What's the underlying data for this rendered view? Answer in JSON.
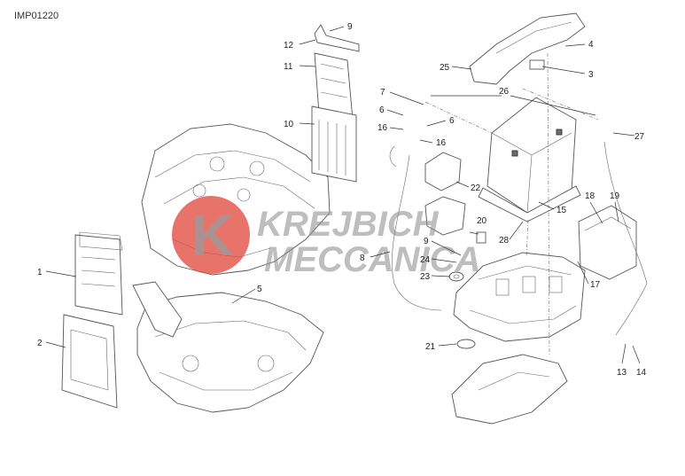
{
  "drawing_code": "IMP01220",
  "watermark": {
    "line1": "KREJBICH",
    "line2": "MECCANICA",
    "mark": "K",
    "accent": "#e0443a"
  },
  "callouts": [
    {
      "id": "c1",
      "label": "1"
    },
    {
      "id": "c2",
      "label": "2"
    },
    {
      "id": "c3",
      "label": "3"
    },
    {
      "id": "c4",
      "label": "4"
    },
    {
      "id": "c5",
      "label": "5"
    },
    {
      "id": "c6a",
      "label": "6"
    },
    {
      "id": "c6b",
      "label": "6"
    },
    {
      "id": "c7",
      "label": "7"
    },
    {
      "id": "c8",
      "label": "8"
    },
    {
      "id": "c9a",
      "label": "9"
    },
    {
      "id": "c9b",
      "label": "9"
    },
    {
      "id": "c10",
      "label": "10"
    },
    {
      "id": "c11",
      "label": "11"
    },
    {
      "id": "c12",
      "label": "12"
    },
    {
      "id": "c13",
      "label": "13"
    },
    {
      "id": "c14",
      "label": "14"
    },
    {
      "id": "c15",
      "label": "15"
    },
    {
      "id": "c16a",
      "label": "16"
    },
    {
      "id": "c16b",
      "label": "16"
    },
    {
      "id": "c17",
      "label": "17"
    },
    {
      "id": "c18",
      "label": "18"
    },
    {
      "id": "c19",
      "label": "19"
    },
    {
      "id": "c20",
      "label": "20"
    },
    {
      "id": "c21",
      "label": "21"
    },
    {
      "id": "c22",
      "label": "22"
    },
    {
      "id": "c23",
      "label": "23"
    },
    {
      "id": "c24",
      "label": "24"
    },
    {
      "id": "c25",
      "label": "25"
    },
    {
      "id": "c26",
      "label": "26"
    },
    {
      "id": "c27",
      "label": "27"
    },
    {
      "id": "c28",
      "label": "28"
    }
  ]
}
